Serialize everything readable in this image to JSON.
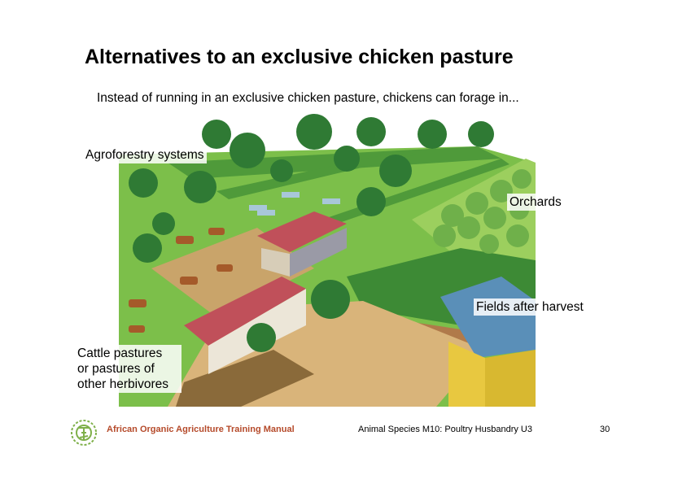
{
  "slide": {
    "title": "Alternatives to an exclusive chicken pasture",
    "subtitle": "Instead of running in an exclusive chicken pasture, chickens can forage in..."
  },
  "illustration": {
    "callouts": {
      "agroforestry": "Agroforestry systems",
      "orchards": "Orchards",
      "fields": "Fields after harvest",
      "cattle_lines": [
        "Cattle pastures",
        "or pastures of",
        "other herbivores"
      ]
    },
    "colors": {
      "grass": "#7cbf4a",
      "dark_grass": "#4f9a3a",
      "tree": "#2f7a34",
      "soil": "#c9a46a",
      "roof_red": "#c0505a",
      "roof_blue": "#5a8fb8",
      "wall_yellow": "#e8c840"
    }
  },
  "footer": {
    "manual": "African Organic Agriculture Training Manual",
    "module": "Animal Species M10: Poultry Husbandry U3",
    "page": "30",
    "logo_icon": "sunflower-logo-icon",
    "logo_color": "#7fb04a"
  }
}
